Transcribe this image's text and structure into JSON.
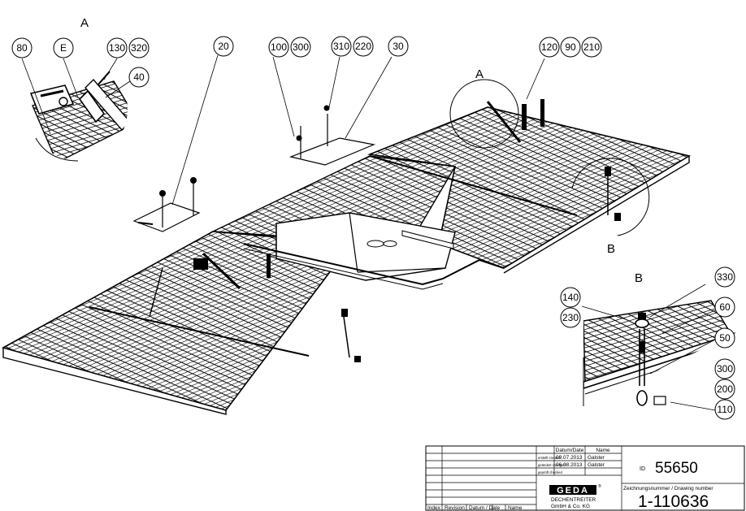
{
  "detail_labels": {
    "a_top_left": "A",
    "a_on_drawing": "A",
    "b_on_drawing": "B",
    "b_detail": "B"
  },
  "balloons": {
    "b80": "80",
    "bE": "E",
    "b130": "130",
    "b320": "320",
    "b40": "40",
    "b20": "20",
    "b100": "100",
    "b300": "300",
    "b310": "310",
    "b220": "220",
    "b30": "30",
    "b120": "120",
    "b90": "90",
    "b210": "210",
    "b330": "330",
    "b140": "140",
    "b230": "230",
    "b60": "60",
    "b50": "50",
    "b300b": "300",
    "b200": "200",
    "b110": "110"
  },
  "title_block": {
    "col_date": "Datum/Date",
    "col_name": "Name",
    "row1_label": "erstellt\ncreated",
    "row1_date": "09.07.2013",
    "row1_name": "Galster",
    "row2_label": "geändert\nchanged",
    "row2_date": "06.08.2013",
    "row2_name": "Galster",
    "row3_label": "geprüft\nchecked",
    "logo": "GEDA",
    "company_line1": "DECHENTREITER",
    "company_line2": "GmbH & Co. KG",
    "id_prefix": "ID",
    "id_value": "55650",
    "drawing_number_label": "Zeichnungsnummer / Drawing number",
    "drawing_number": "1-110636",
    "rev_index": "Index",
    "rev_revision": "Revision",
    "rev_date": "Datum / Date",
    "rev_name": "Name"
  }
}
